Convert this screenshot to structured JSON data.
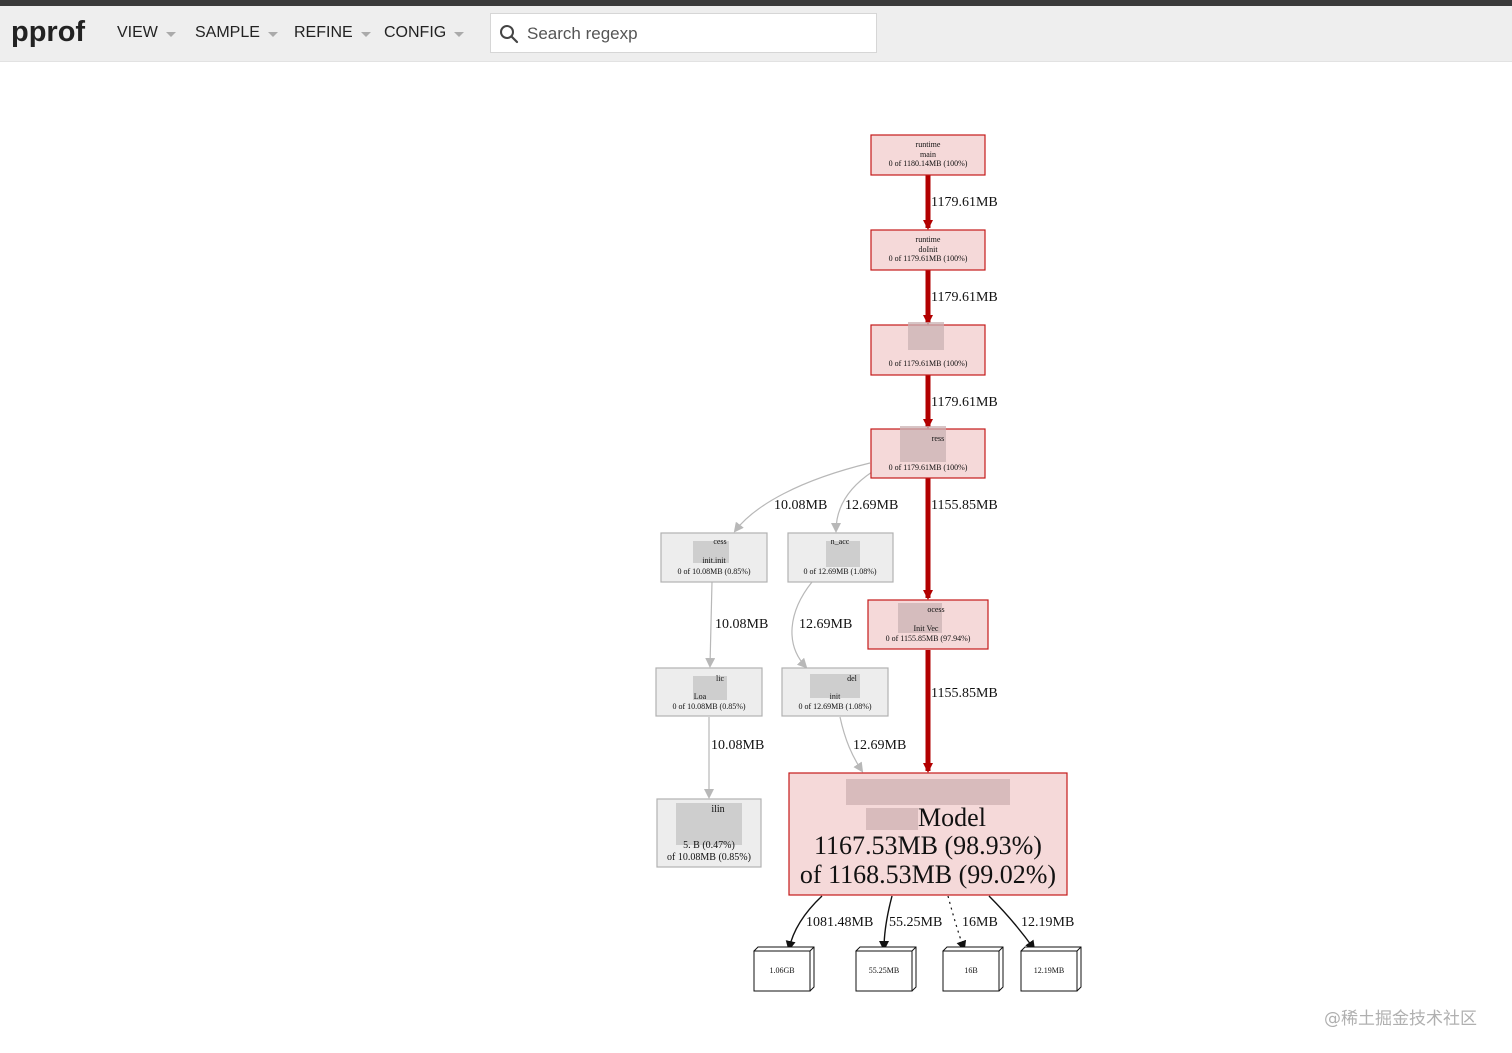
{
  "app": {
    "logo": "pprof"
  },
  "menu": [
    {
      "label": "VIEW"
    },
    {
      "label": "SAMPLE"
    },
    {
      "label": "REFINE"
    },
    {
      "label": "CONFIG"
    }
  ],
  "search": {
    "placeholder": "Search regexp",
    "value": ""
  },
  "graph": {
    "nodes": {
      "main": {
        "line1": "runtime",
        "line2": "main",
        "line3": "0 of 1180.14MB (100%)"
      },
      "doinit": {
        "line1": "runtime",
        "line2": "doInit",
        "line3": "0 of 1179.61MB (100%)"
      },
      "n3": {
        "line3": "0 of 1179.61MB (100%)"
      },
      "n4": {
        "line1": "ress",
        "line3": "0 of 1179.61MB (100%)"
      },
      "left1": {
        "line1": "cess",
        "line2": "init.init",
        "line3": "0 of 10.08MB (0.85%)"
      },
      "mid1": {
        "line1": "n_acc",
        "line3": "0 of 12.69MB (1.08%)"
      },
      "n5": {
        "line1": "ocess",
        "line2": "Init   Vec",
        "line3": "0 of 1155.85MB (97.94%)"
      },
      "left2": {
        "line1": "lic",
        "line2": "Loa",
        "line3": "0 of 10.08MB (0.85%)"
      },
      "mid2": {
        "line1": "del",
        "line2": "init",
        "line3": "0 of 12.69MB (1.08%)"
      },
      "left3": {
        "line1": "ilin",
        "line2": "5.   B (0.47%)",
        "line3": "of 10.08MB (0.85%)"
      },
      "model": {
        "line1": "Model",
        "line2": "1167.53MB (98.93%)",
        "line3": "of 1168.53MB (99.02%)"
      },
      "out1": {
        "label": "1.06GB"
      },
      "out2": {
        "label": "55.25MB"
      },
      "out3": {
        "label": "16B"
      },
      "out4": {
        "label": "12.19MB"
      }
    },
    "edges": {
      "e1": "1179.61MB",
      "e2": "1179.61MB",
      "e3": "1179.61MB",
      "e4": "10.08MB",
      "e5": "12.69MB",
      "e6": "1155.85MB",
      "e7": "10.08MB",
      "e8": "12.69MB",
      "e9": "1155.85MB",
      "e10": "10.08MB",
      "e11": "12.69MB",
      "e12": "1081.48MB",
      "e13": "55.25MB",
      "e14": "16MB",
      "e15": "12.19MB"
    }
  },
  "colors": {
    "hot_fill": "#f5d9d9",
    "hot_stroke": "#c41a1a",
    "hot_edge": "#b20000",
    "cold_fill": "#ededed",
    "cold_stroke": "#b2b2b2",
    "cold_edge": "#b8b8b8"
  },
  "watermark": "@稀土掘金技术社区"
}
